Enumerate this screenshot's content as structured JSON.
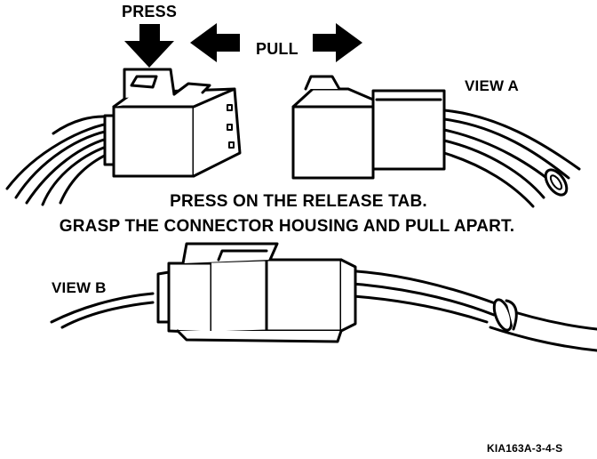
{
  "labels": {
    "press": "PRESS",
    "pull": "PULL",
    "view_a": "VIEW A",
    "view_b": "VIEW B"
  },
  "instructions": {
    "line1": "PRESS ON THE RELEASE TAB.",
    "line2": "GRASP THE CONNECTOR HOUSING AND PULL APART."
  },
  "figure_code": "KIA163A-3-4-S",
  "colors": {
    "ink": "#000000",
    "paper": "#ffffff"
  },
  "icons": [
    "down-arrow-icon",
    "left-arrow-icon",
    "right-arrow-icon"
  ]
}
